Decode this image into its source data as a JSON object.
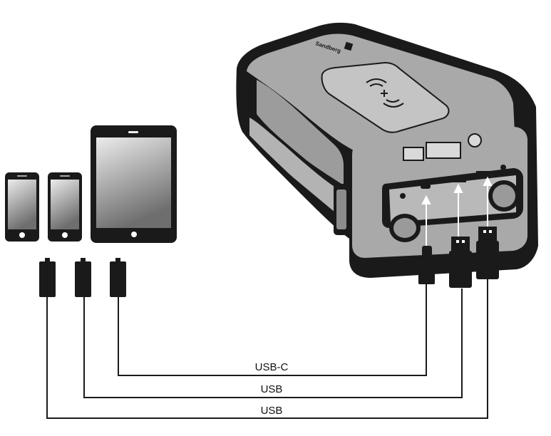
{
  "diagram": {
    "device": {
      "name": "power-bank",
      "brand_mark": "Sandberg"
    },
    "connected_devices": [
      {
        "type": "phone"
      },
      {
        "type": "phone"
      },
      {
        "type": "tablet"
      }
    ],
    "cables": [
      {
        "label": "USB-C",
        "from": "tablet",
        "to": "usb-c-port"
      },
      {
        "label": "USB",
        "from": "phone-2",
        "to": "usb-a-port-1"
      },
      {
        "label": "USB",
        "from": "phone-1",
        "to": "usb-a-port-2"
      }
    ],
    "colors": {
      "outline": "#1a1a1a",
      "body_gray": "#a9a9a9",
      "screen_light": "#e6e6e6",
      "screen_dark": "#777777"
    }
  }
}
